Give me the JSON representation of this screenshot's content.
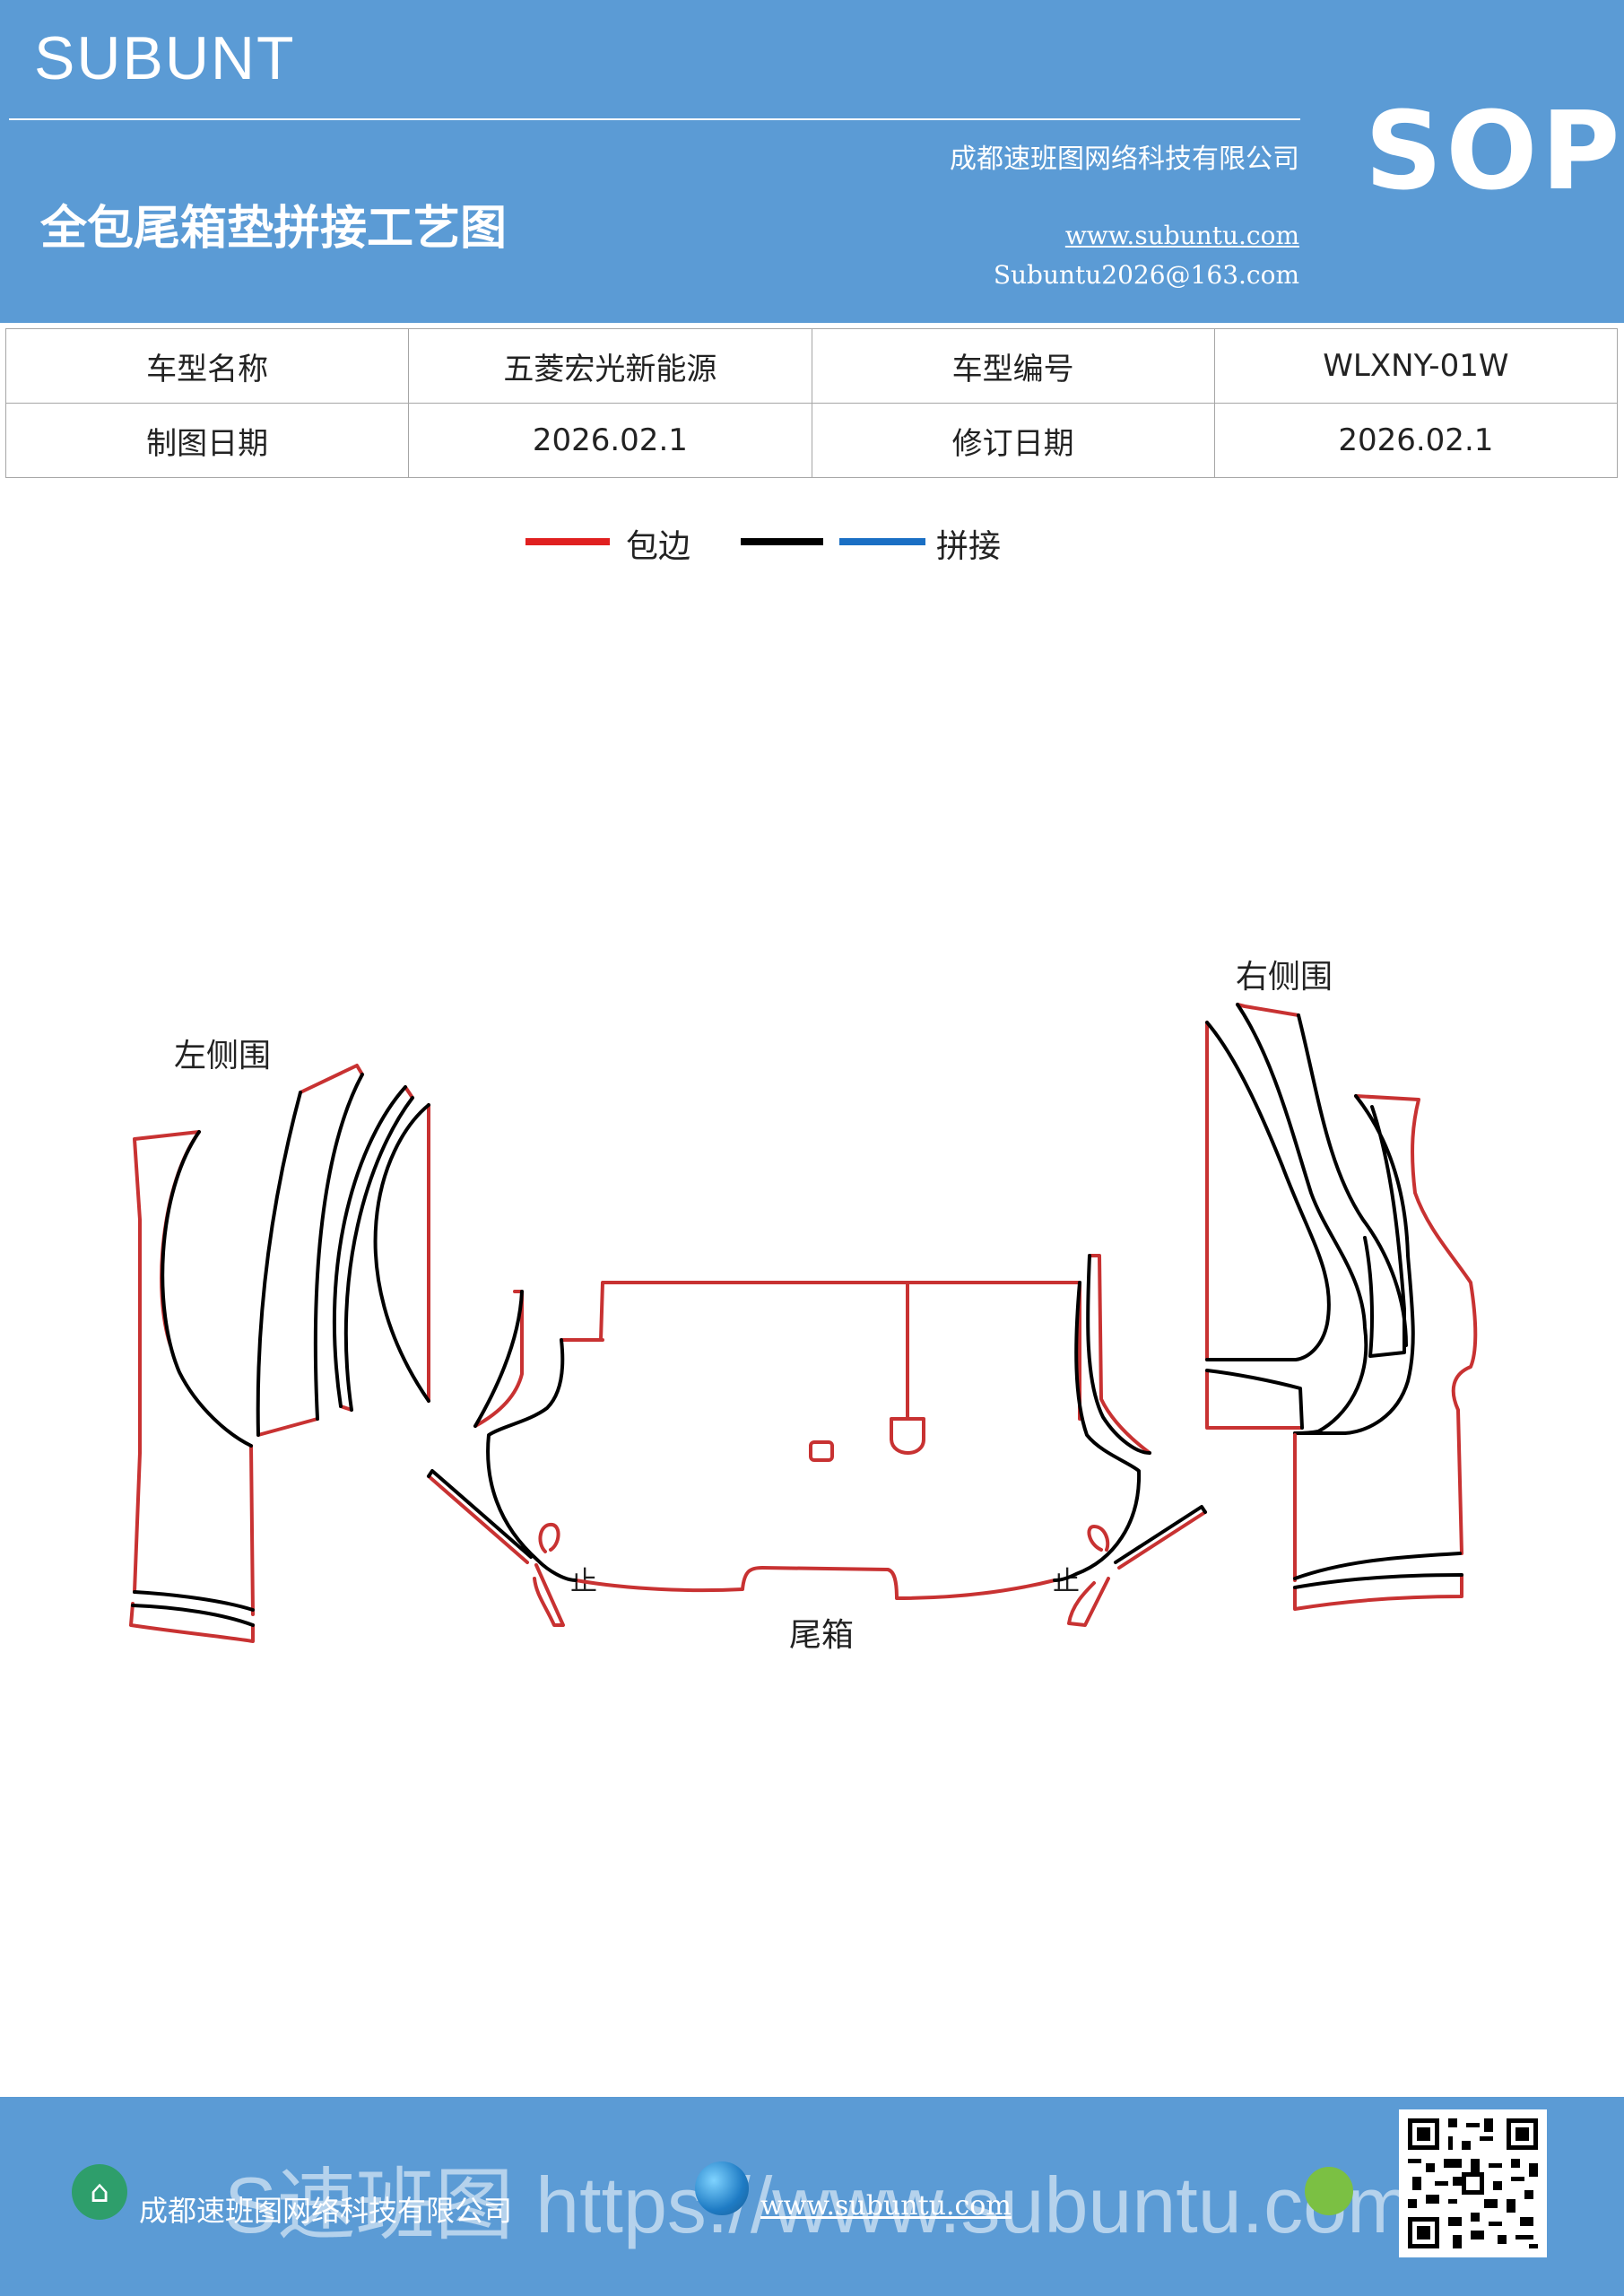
{
  "header": {
    "brand": "SUBUNT",
    "title": "全包尾箱垫拼接工艺图",
    "company": "成都速班图网络科技有限公司",
    "website": "www.subuntu.com",
    "email": "Subuntu2026@163.com",
    "badge": "SOP"
  },
  "info": {
    "row1": [
      "车型名称",
      "五菱宏光新能源",
      "车型编号",
      "WLXNY-01W"
    ],
    "row2": [
      "制图日期",
      "2026.02.1",
      "修订日期",
      "2026.02.1"
    ]
  },
  "legend": {
    "edge_label": "包边",
    "splice_label": "拼接",
    "edge_color": "#e02020",
    "black_color": "#000000",
    "splice_color": "#1a6fc4"
  },
  "diagram": {
    "left_label": "左侧围",
    "right_label": "右侧围",
    "trunk_label": "尾箱",
    "stop_mark": "止"
  },
  "footer": {
    "company": "成都速班图网络科技有限公司",
    "watermark": "S速班图 https://www.subuntu.com",
    "website": "www.subuntu.com"
  },
  "colors": {
    "header_bg": "#5b9bd5",
    "line_red": "#c83232",
    "line_black": "#000000"
  }
}
